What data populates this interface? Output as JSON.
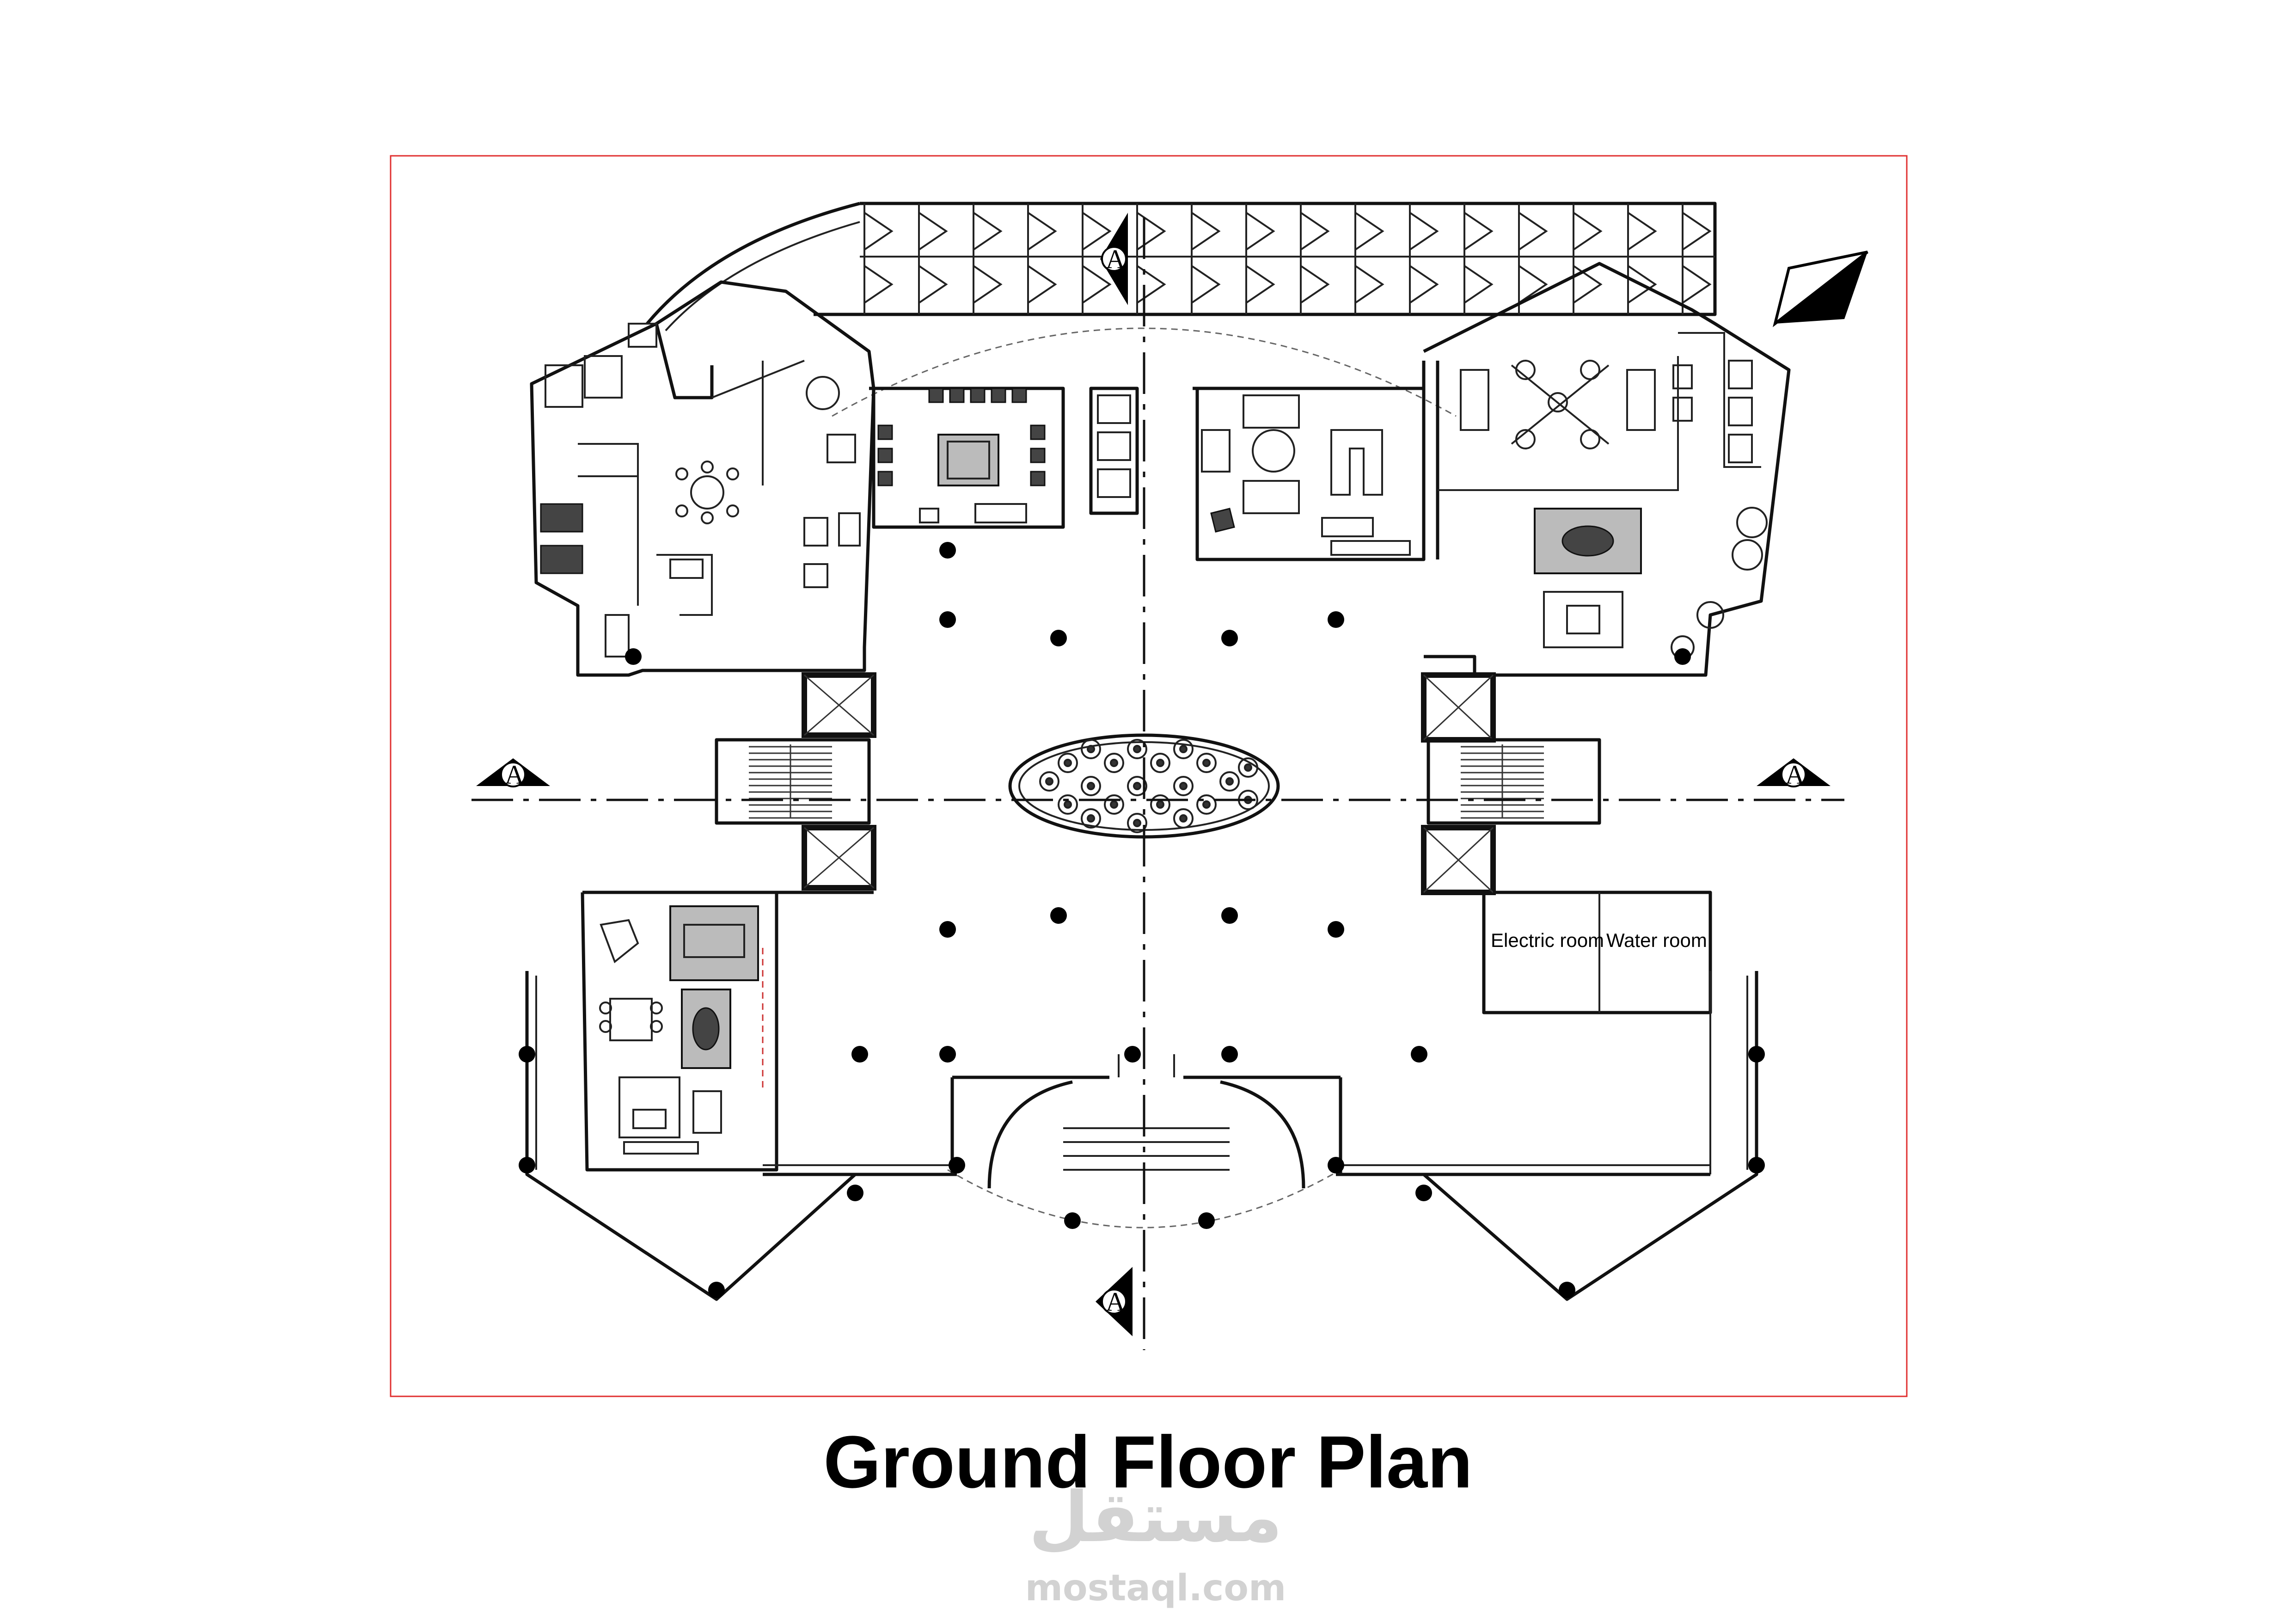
{
  "drawing": {
    "title": "Ground Floor Plan",
    "rooms": {
      "electric": "Electric room",
      "water": "Water room"
    },
    "section_marker": "A",
    "north_arrow_icon": "north-arrow-icon"
  },
  "watermark": {
    "arabic": "مستقل",
    "url": "mostaql.com"
  },
  "colors": {
    "frame": "#e03030",
    "lines": "#111111",
    "watermark": "#d2d2d2"
  }
}
